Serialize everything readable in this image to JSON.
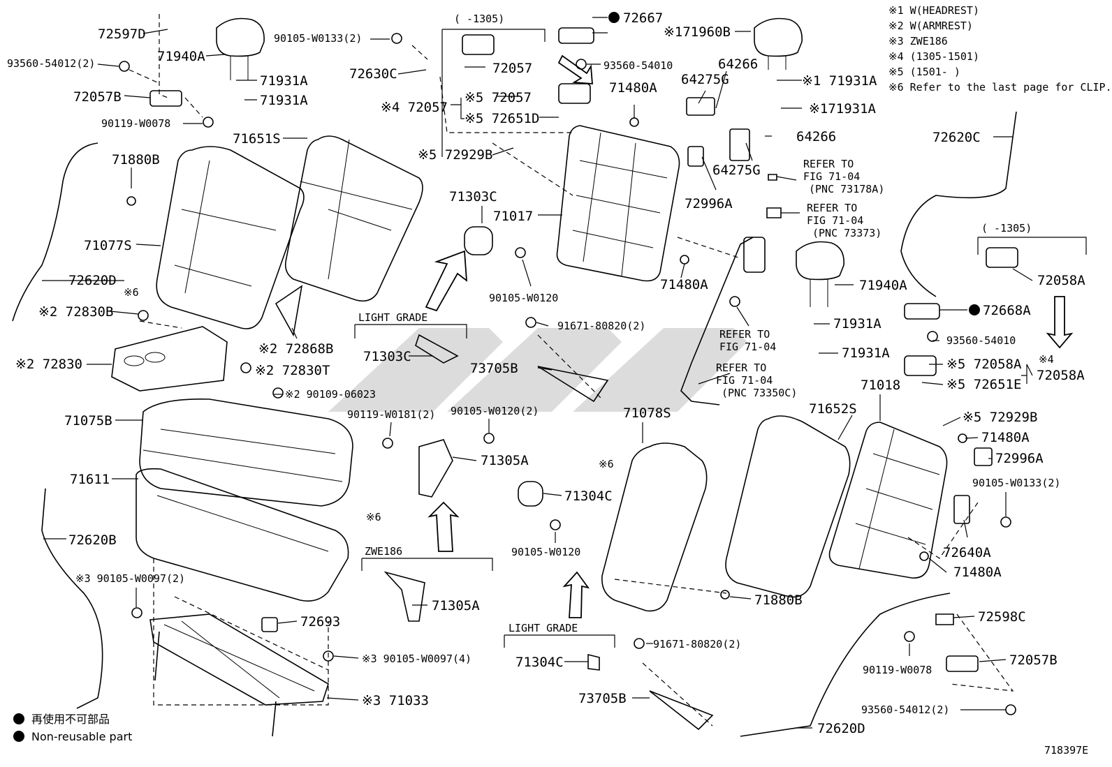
{
  "diagram_id": "718397E",
  "notes": [
    "※1 W(HEADREST)",
    "※2 W(ARMREST)",
    "※3 ZWE186",
    "※4 (1305-1501)",
    "※5 (1501-    )",
    "※6 Refer to the last page for CLIP."
  ],
  "legend": {
    "jp": "再使用不可部品",
    "en": "Non-reusable part"
  },
  "group_labels": {
    "light_grade_1": "LIGHT  GRADE",
    "light_grade_2": "LIGHT  GRADE",
    "zwe186": "ZWE186",
    "range_top": "(    -1305)",
    "range_right": "(    -1305)"
  },
  "labels": {
    "p72597D": "72597D",
    "p93560_54012_2a": "93560-54012(2)",
    "p71940A_a": "71940A",
    "p90105_W0133_2a": "90105-W0133(2)",
    "p72630C": "72630C",
    "p72057_top": "72057",
    "p72667": "72667",
    "p71960B": "※171960B",
    "p93560_54010a": "93560-54010",
    "p64266a": "64266",
    "p64275Ga": "64275G",
    "p71931A_1": "71931A",
    "p71931A_2": "71931A",
    "p72057B_a": "72057B",
    "p72057_s5": "※5 72057",
    "p72057_s4": "※4 72057",
    "p72651D": "※5 72651D",
    "p71480A_a": "71480A",
    "p71931A_s1a": "※1 71931A",
    "p71931A_s1b": "※171931A",
    "p90119_W0078a": "90119-W0078",
    "p71651S": "71651S",
    "p72929B_a": "※5 72929B",
    "p64266b": "64266",
    "p72620C": "72620C",
    "p64275Gb": "64275G",
    "p71880B_a": "71880B",
    "ref1_l1": "REFER TO",
    "ref1_l2": "FIG 71-04",
    "ref1_l3": "(PNC 73178A)",
    "p72996A_a": "72996A",
    "p71303C": "71303C",
    "p71017": "71017",
    "ref2_l1": "REFER TO",
    "ref2_l2": "FIG 71-04",
    "ref2_l3": "(PNC 73373)",
    "p71077S": "71077S",
    "p72620D_a": "72620D",
    "p90105_W0120a": "90105-W0120",
    "p71480A_b": "71480A",
    "p71940A_b": "71940A",
    "p72058A_top": "72058A",
    "clip6_a": "※6",
    "p72830B": "※2 72830B",
    "p72668A": "72668A",
    "p71931A_3": "71931A",
    "p91671_80820_2a": "91671-80820(2)",
    "ref3_l1": "REFER TO",
    "ref3_l2": "FIG 71-04",
    "p93560_54010b": "93560-54010",
    "p72868B": "※2 72868B",
    "p71303C_b": "71303C",
    "p71931A_4": "71931A",
    "p72830": "※2 72830",
    "p73705B_a": "73705B",
    "ref4_l1": "REFER TO",
    "ref4_l2": "FIG 71-04",
    "ref4_l3": "(PNC 73350C)",
    "p72058A_s5": "※5 72058A",
    "s4_right": "※4",
    "p72058A_br": "72058A",
    "p72830T": "※2 72830T",
    "p72651E": "※5 72651E",
    "p90109_06023": "※2 90109-06023",
    "p71018": "71018",
    "p71078S": "71078S",
    "p71652S": "71652S",
    "p72929B_b": "※5 72929B",
    "p71075B": "71075B",
    "p90119_W0181_2": "90119-W0181(2)",
    "p90105_W0120_2": "90105-W0120(2)",
    "p71480A_c": "71480A",
    "p71305A_a": "71305A",
    "clip6_b": "※6",
    "p72996A_b": "72996A",
    "p71611": "71611",
    "p71304C_a": "71304C",
    "p90105_W0133_2b": "90105-W0133(2)",
    "clip6_c": "※6",
    "p72620B": "72620B",
    "p72640A": "72640A",
    "p90105_W0120b": "90105-W0120",
    "p71480A_d": "71480A",
    "p90105_W0097_2": "※3 90105-W0097(2)",
    "p71305A_b": "71305A",
    "p71880B_b": "71880B",
    "p72693": "72693",
    "p72598C": "72598C",
    "p91671_80820_2b": "91671-80820(2)",
    "p90119_W0078b": "90119-W0078",
    "p72057B_b": "72057B",
    "p90105_W0097_4": "※3 90105-W0097(4)",
    "p71304C_b": "71304C",
    "p71033": "※3 71033",
    "p73705B_b": "73705B",
    "p93560_54012_2b": "93560-54012(2)",
    "p72620D_b": "72620D"
  }
}
